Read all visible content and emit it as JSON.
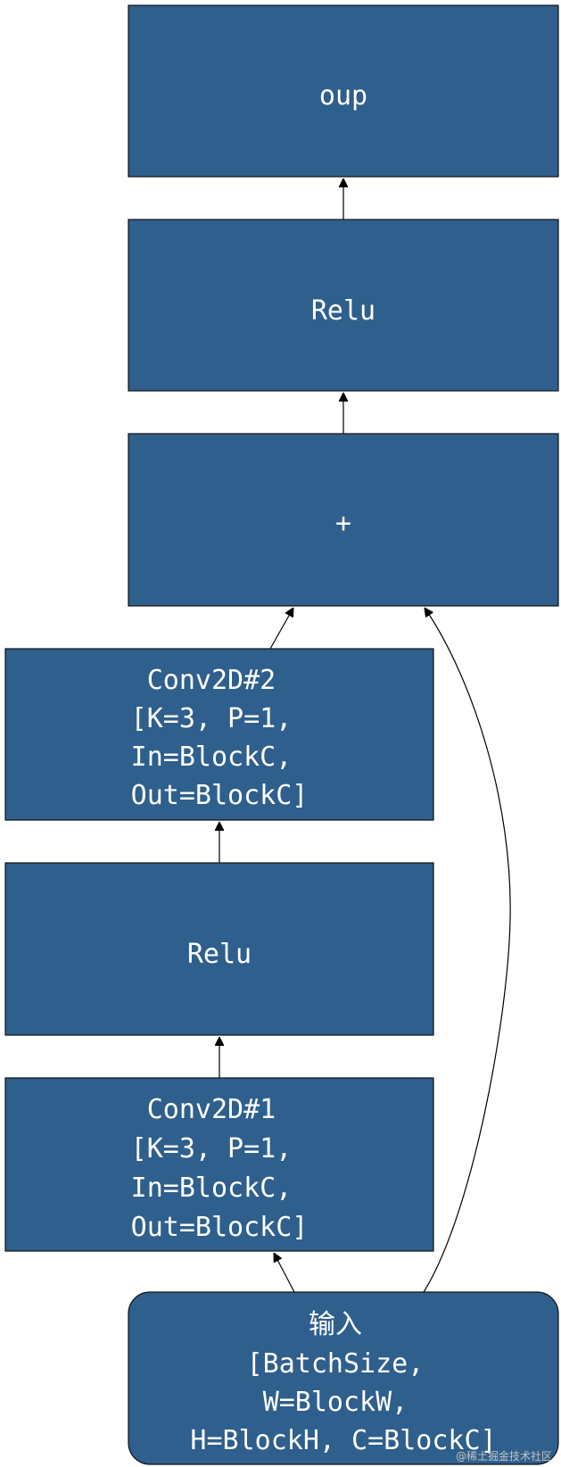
{
  "nodes": {
    "oup": {
      "lines": [
        "oup"
      ]
    },
    "relu_top": {
      "lines": [
        "Relu"
      ]
    },
    "add": {
      "lines": [
        "+"
      ]
    },
    "conv2": {
      "lines": [
        "Conv2D#2",
        "[K=3, P=1,",
        " In=BlockC,",
        "Out=BlockC]"
      ]
    },
    "relu_mid": {
      "lines": [
        "Relu"
      ]
    },
    "conv1": {
      "lines": [
        "Conv2D#1",
        "[K=3, P=1,",
        " In=BlockC,",
        "Out=BlockC]"
      ]
    },
    "input": {
      "lines": [
        "输入",
        "[BatchSize,",
        "W=BlockW,",
        "H=BlockH, C=BlockC]"
      ]
    }
  },
  "edges": [
    {
      "from": "input",
      "to": "conv1"
    },
    {
      "from": "conv1",
      "to": "relu_mid"
    },
    {
      "from": "relu_mid",
      "to": "conv2"
    },
    {
      "from": "conv2",
      "to": "add"
    },
    {
      "from": "input",
      "to": "add"
    },
    {
      "from": "add",
      "to": "relu_top"
    },
    {
      "from": "relu_top",
      "to": "oup"
    }
  ],
  "colors": {
    "node_fill": "#2f5f8c",
    "node_text": "#ffffff",
    "edge": "#000000"
  },
  "watermark": "@稀土掘金技术社区"
}
